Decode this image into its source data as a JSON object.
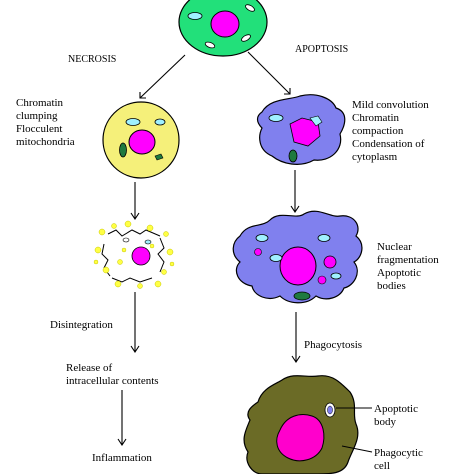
{
  "branches": {
    "necrosis": "NECROSIS",
    "apoptosis": "APOPTOSIS"
  },
  "necrosis_stage1": [
    "Chromatin",
    "clumping",
    "Flocculent",
    "mitochondria"
  ],
  "necrosis_steps": {
    "disintegration": "Disintegration",
    "release": [
      "Release of",
      "intracellular contents"
    ],
    "inflammation": "Inflammation"
  },
  "apoptosis_stage1": [
    "Mild convolution",
    "Chromatin",
    "compaction",
    "Condensation of",
    "cytoplasm"
  ],
  "apoptosis_stage2": [
    "Nuclear",
    "fragmentation",
    "Apoptotic",
    "bodies"
  ],
  "apoptosis_steps": {
    "phagocytosis": "Phagocytosis"
  },
  "phagocyte_labels": {
    "apoptotic_body": [
      "Apoptotic",
      "body"
    ],
    "phagocytic_cell": [
      "Phagocytic",
      "cell"
    ]
  },
  "colors": {
    "normal_cell": "#22e07a",
    "nucleus": "#ff00ff",
    "necrotic_cell": "#f5f07a",
    "apoptotic_cell": "#8080ee",
    "vesicle": "#a0f0ff",
    "mitochondria": "#1f7a3f",
    "yellow_debris": "#ffff44",
    "phagocyte": "#6b6b26",
    "phagocyte_nucleus": "#ff00cc"
  }
}
